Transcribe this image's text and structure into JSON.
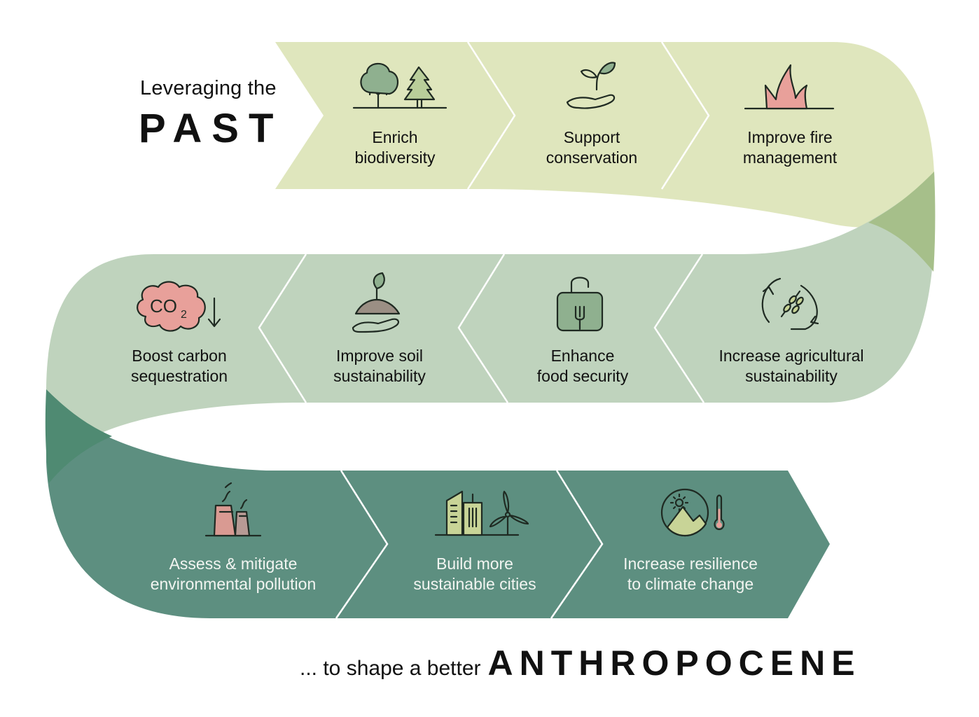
{
  "header": {
    "lead": "Leveraging the",
    "keyword": "PAST"
  },
  "footer": {
    "lead": "... to shape a better",
    "keyword": "ANTHROPOCENE"
  },
  "colors": {
    "row1_fill": "#dfe6bd",
    "row1_fold": "#a6bf8a",
    "row2_fill": "#bfd3bd",
    "row2_fold": "#4f8a72",
    "row3_fill": "#5d8f80",
    "divider": "#ffffff",
    "icon_stroke": "#1f2a22",
    "accent_pink": "#e8a09a",
    "accent_green": "#8fb08f",
    "accent_lime": "#c8d497"
  },
  "rows": [
    {
      "name": "past",
      "direction": "right",
      "steps": [
        {
          "icon": "trees-icon",
          "line1": "Enrich",
          "line2": "biodiversity"
        },
        {
          "icon": "plant-in-hand-icon",
          "line1": "Support",
          "line2": "conservation"
        },
        {
          "icon": "fire-icon",
          "line1": "Improve fire",
          "line2": "management"
        }
      ]
    },
    {
      "name": "present",
      "direction": "left",
      "steps": [
        {
          "icon": "agriculture-cycle-icon",
          "line1": "Increase agricultural",
          "line2": "sustainability"
        },
        {
          "icon": "food-bag-icon",
          "line1": "Enhance",
          "line2": "food security"
        },
        {
          "icon": "soil-in-hand-icon",
          "line1": "Improve soil",
          "line2": "sustainability"
        },
        {
          "icon": "co2-down-icon",
          "line1": "Boost carbon",
          "line2": "sequestration"
        }
      ]
    },
    {
      "name": "future",
      "direction": "right",
      "steps": [
        {
          "icon": "factory-pollution-icon",
          "line1": "Assess & mitigate",
          "line2": "environmental pollution"
        },
        {
          "icon": "city-wind-turbine-icon",
          "line1": "Build more",
          "line2": "sustainable cities"
        },
        {
          "icon": "climate-thermometer-icon",
          "line1": "Increase resilience",
          "line2": "to climate change"
        }
      ]
    }
  ]
}
